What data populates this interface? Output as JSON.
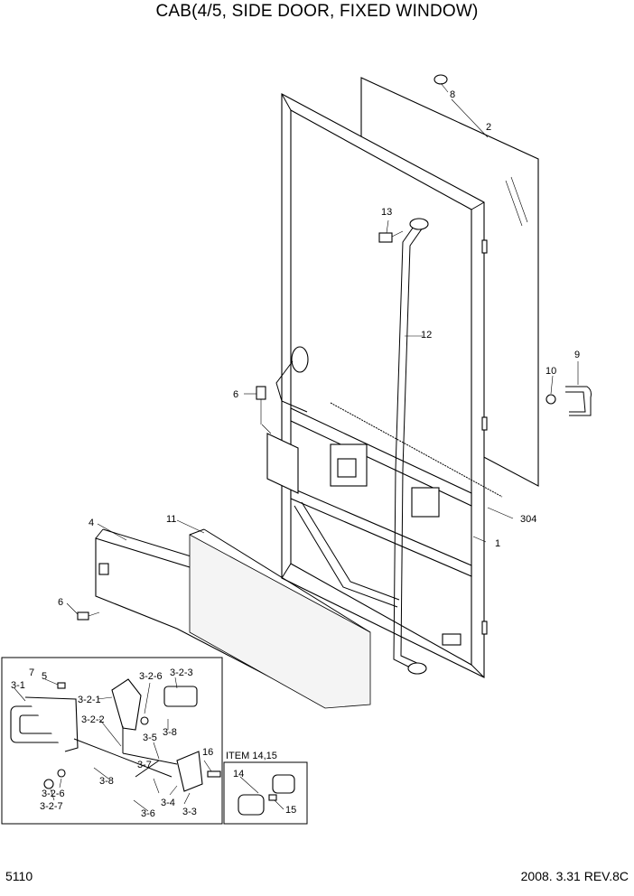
{
  "title": "CAB(4/5, SIDE DOOR, FIXED WINDOW)",
  "page_number": "5110",
  "revision": "2008. 3.31  REV.8C",
  "inset_title": "ITEM 14,15",
  "callouts": {
    "c1": "1",
    "c2": "2",
    "c4": "4",
    "c6a": "6",
    "c6b": "6",
    "c8": "8",
    "c9": "9",
    "c10": "10",
    "c11": "11",
    "c12": "12",
    "c13": "13",
    "c304": "304",
    "c5": "5",
    "c7": "7",
    "c3_1": "3-1",
    "c3_2_1": "3-2-1",
    "c3_2_2": "3-2-2",
    "c3_2_3": "3-2-3",
    "c3_2_6a": "3-2-6",
    "c3_2_6b": "3-2-6",
    "c3_2_7": "3-2-7",
    "c3_3": "3-3",
    "c3_4": "3-4",
    "c3_5": "3-5",
    "c3_6": "3-6",
    "c3_7": "3-7",
    "c3_8a": "3-8",
    "c3_8b": "3-8",
    "c16": "16",
    "c14": "14",
    "c15": "15"
  }
}
